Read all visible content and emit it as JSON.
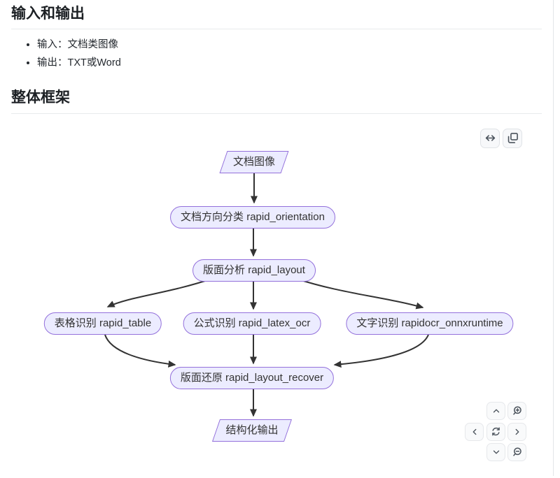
{
  "sections": {
    "io": {
      "title": "输入和输出",
      "items": [
        "输入：文档类图像",
        "输出：TXT或Word"
      ]
    },
    "framework": {
      "title": "整体框架"
    }
  },
  "diagram": {
    "nodes": {
      "docImage": {
        "label": "文档图像",
        "shape": "parallelogram"
      },
      "orientation": {
        "label": "文档方向分类 rapid_orientation",
        "shape": "stadium"
      },
      "layout": {
        "label": "版面分析 rapid_layout",
        "shape": "stadium"
      },
      "table": {
        "label": "表格识别 rapid_table",
        "shape": "stadium"
      },
      "latex": {
        "label": "公式识别 rapid_latex_ocr",
        "shape": "stadium"
      },
      "ocr": {
        "label": "文字识别 rapidocr_onnxruntime",
        "shape": "stadium"
      },
      "recover": {
        "label": "版面还原 rapid_layout_recover",
        "shape": "stadium"
      },
      "output": {
        "label": "结构化输出",
        "shape": "parallelogram"
      }
    },
    "edges": [
      [
        "docImage",
        "orientation"
      ],
      [
        "orientation",
        "layout"
      ],
      [
        "layout",
        "table"
      ],
      [
        "layout",
        "latex"
      ],
      [
        "layout",
        "ocr"
      ],
      [
        "table",
        "recover"
      ],
      [
        "latex",
        "recover"
      ],
      [
        "ocr",
        "recover"
      ],
      [
        "recover",
        "output"
      ]
    ],
    "colors": {
      "node_fill": "#ECECFF",
      "node_border": "#9370DB",
      "edge": "#333333",
      "text": "#333333"
    },
    "toolbar_icons": [
      "expand-width-icon",
      "copy-icon"
    ],
    "pan_zoom_icons": [
      "chevron-up-icon",
      "zoom-in-icon",
      "chevron-left-icon",
      "reset-view-icon",
      "chevron-right-icon",
      "chevron-down-icon",
      "zoom-out-icon"
    ]
  }
}
